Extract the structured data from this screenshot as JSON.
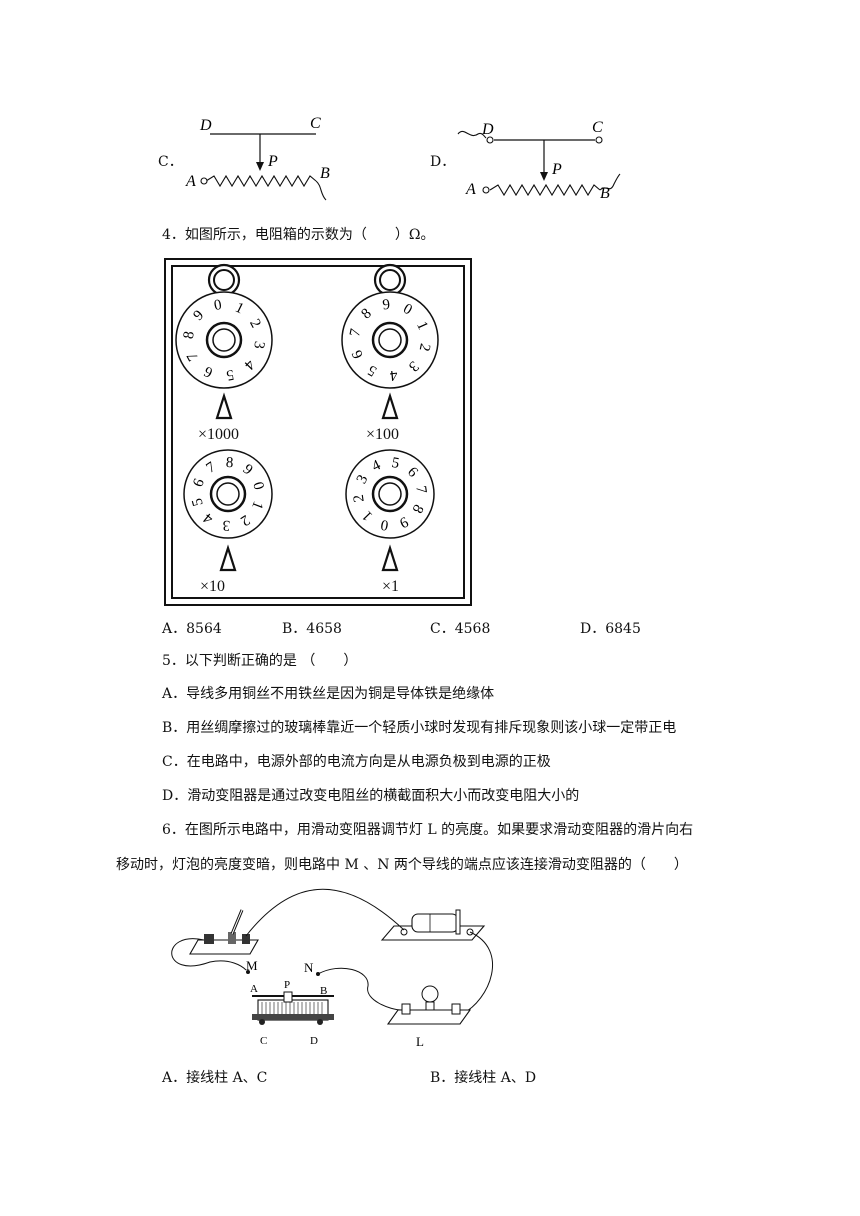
{
  "q3_options": {
    "c": {
      "letter": "C．",
      "labels": {
        "d": "D",
        "c": "C",
        "p": "P",
        "a": "A",
        "b": "B"
      }
    },
    "d": {
      "letter": "D．",
      "labels": {
        "d": "D",
        "c": "C",
        "p": "P",
        "a": "A",
        "b": "B"
      }
    }
  },
  "q4": {
    "stem": "4．如图所示，电阻箱的示数为（　　）Ω。",
    "dials": [
      {
        "multiplier": "×1000",
        "digits": [
          "0",
          "1",
          "2",
          "3",
          "4",
          "5",
          "6",
          "7",
          "8",
          "9"
        ]
      },
      {
        "multiplier": "×100",
        "digits": [
          "0",
          "1",
          "2",
          "3",
          "4",
          "5",
          "6",
          "7",
          "8",
          "9"
        ]
      },
      {
        "multiplier": "×10",
        "digits": [
          "0",
          "1",
          "2",
          "3",
          "4",
          "5",
          "6",
          "7",
          "8",
          "9"
        ]
      },
      {
        "multiplier": "×1",
        "digits": [
          "0",
          "1",
          "2",
          "3",
          "4",
          "5",
          "6",
          "7",
          "8",
          "9"
        ]
      }
    ],
    "options": [
      {
        "letter": "A．",
        "text": "8564"
      },
      {
        "letter": "B．",
        "text": "4658"
      },
      {
        "letter": "C．",
        "text": "4568"
      },
      {
        "letter": "D．",
        "text": "6845"
      }
    ]
  },
  "q5": {
    "stem": "5．以下判断正确的是 （　　）",
    "options": [
      {
        "letter": "A．",
        "text": "导线多用铜丝不用铁丝是因为铜是导体铁是绝缘体"
      },
      {
        "letter": "B．",
        "text": "用丝绸摩擦过的玻璃棒靠近一个轻质小球时发现有排斥现象则该小球一定带正电"
      },
      {
        "letter": "C．",
        "text": "在电路中，电源外部的电流方向是从电源负极到电源的正极"
      },
      {
        "letter": "D．",
        "text": "滑动变阻器是通过改变电阻丝的横截面积大小而改变电阻大小的"
      }
    ]
  },
  "q6": {
    "stem_line1": "6．在图所示电路中，用滑动变阻器调节灯 L 的亮度。如果要求滑动变阻器的滑片向右",
    "stem_line2": "移动时，灯泡的亮度变暗，则电路中 M 、N 两个导线的端点应该连接滑动变阻器的（　　）",
    "figure_labels": {
      "m": "M",
      "n": "N",
      "a": "A",
      "b": "B",
      "p": "P",
      "c": "C",
      "d": "D",
      "l": "L"
    },
    "options": [
      {
        "letter": "A．",
        "text": "接线柱 A、C"
      },
      {
        "letter": "B．",
        "text": "接线柱 A、D"
      }
    ]
  }
}
